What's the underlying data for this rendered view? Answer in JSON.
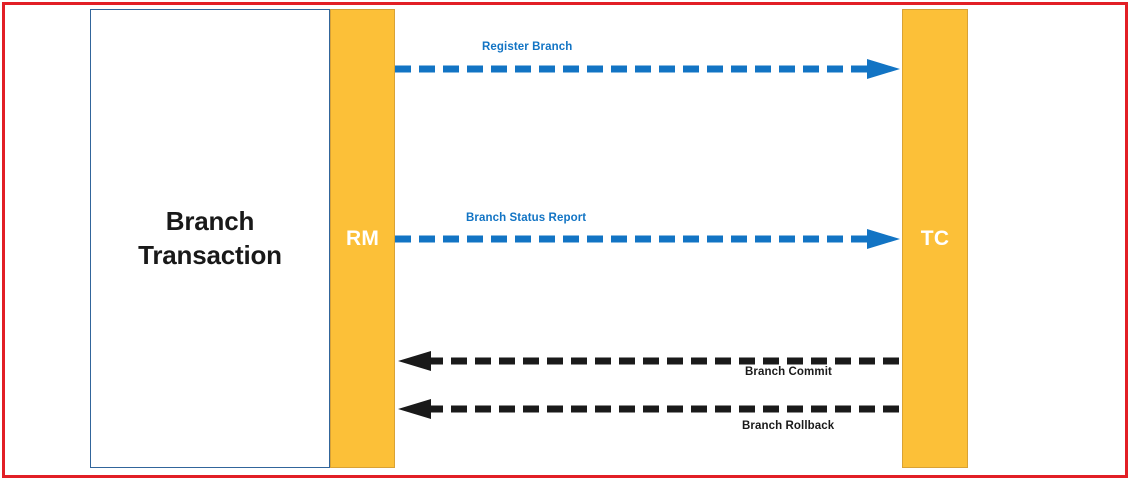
{
  "diagram": {
    "title_text": "Branch\nTransaction",
    "frame_color": "#e21f26",
    "box_border_color": "#31659b",
    "bar_color": "#fcc038",
    "bar_border_color": "#d9a235",
    "blue_flow_color": "#1274c4",
    "black_flow_color": "#1a1a1a",
    "nodes": [
      {
        "id": "branch-transaction",
        "label": "Branch\nTransaction"
      },
      {
        "id": "rm",
        "label": "RM"
      },
      {
        "id": "tc",
        "label": "TC"
      }
    ],
    "flows": [
      {
        "id": "register-branch",
        "label": "Register Branch",
        "from": "RM",
        "to": "TC",
        "direction": "right",
        "color": "#1274c4",
        "style": "dashed",
        "label_position": "above"
      },
      {
        "id": "branch-status-report",
        "label": "Branch Status Report",
        "from": "RM",
        "to": "TC",
        "direction": "right",
        "color": "#1274c4",
        "style": "dashed",
        "label_position": "above"
      },
      {
        "id": "branch-commit",
        "label": "Branch Commit",
        "from": "TC",
        "to": "RM",
        "direction": "left",
        "color": "#1a1a1a",
        "style": "dashed",
        "label_position": "below"
      },
      {
        "id": "branch-rollback",
        "label": "Branch Rollback",
        "from": "TC",
        "to": "RM",
        "direction": "left",
        "color": "#1a1a1a",
        "style": "dashed",
        "label_position": "below"
      }
    ]
  }
}
